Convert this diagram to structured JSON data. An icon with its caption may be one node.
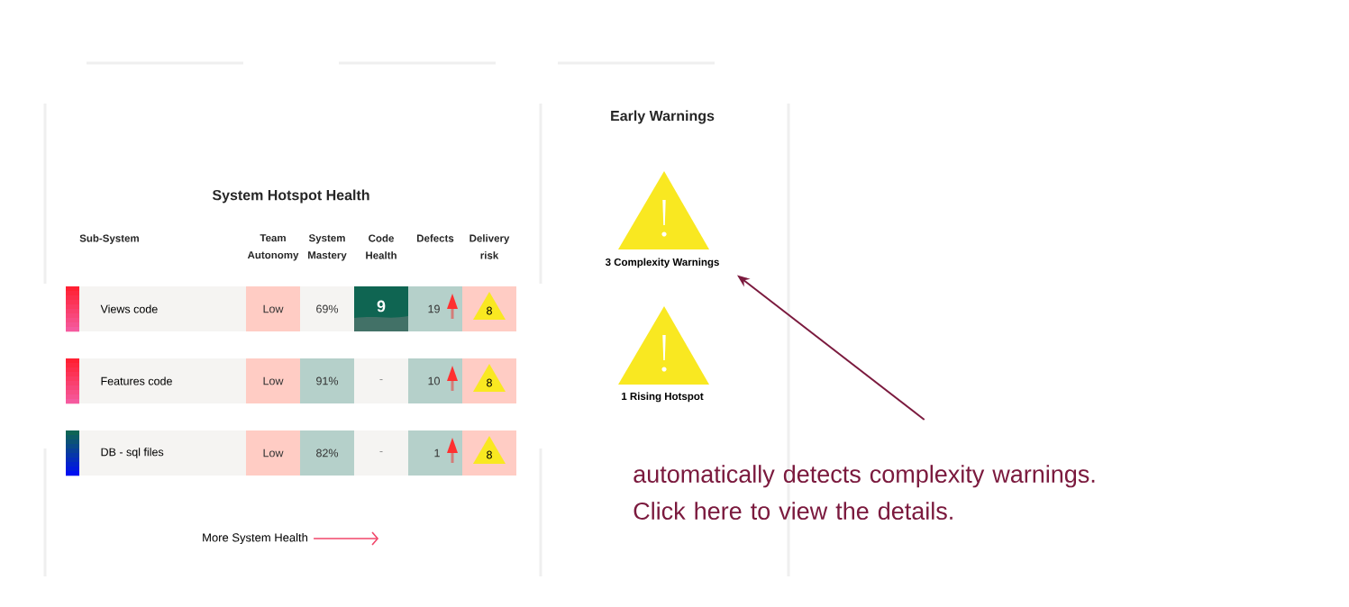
{
  "diagram": {
    "nodes": [
      {
        "text": [
          "3 Complexity Warnings"
        ]
      },
      {
        "text": [
          "1 Rising Hotspot"
        ]
      },
      {
        "text": [
          "automatically detects complexity warnings. Click here to view the details."
        ]
      },
      {
        "text": [
          "More System Health"
        ]
      }
    ],
    "edges": [
      {
        "from": 2,
        "to": 0,
        "arrow": "to",
        "color": "#7b1a3e"
      },
      {
        "from": 3,
        "to": null,
        "arrow": "to",
        "color": "#f0466a"
      }
    ],
    "labels": [
      "Early Warnings",
      "System Hotspot Health",
      "Sub-System",
      "Team Autonomy",
      "System Mastery",
      "Code Health",
      "Defects",
      "Delivery risk",
      "Views code",
      "Low",
      "69%",
      "9",
      "19",
      "8",
      "Features code",
      "Low",
      "91%",
      "-",
      "10",
      "8",
      "DB - sql files",
      "Low",
      "82%",
      "-",
      "1",
      "8"
    ]
  }
}
